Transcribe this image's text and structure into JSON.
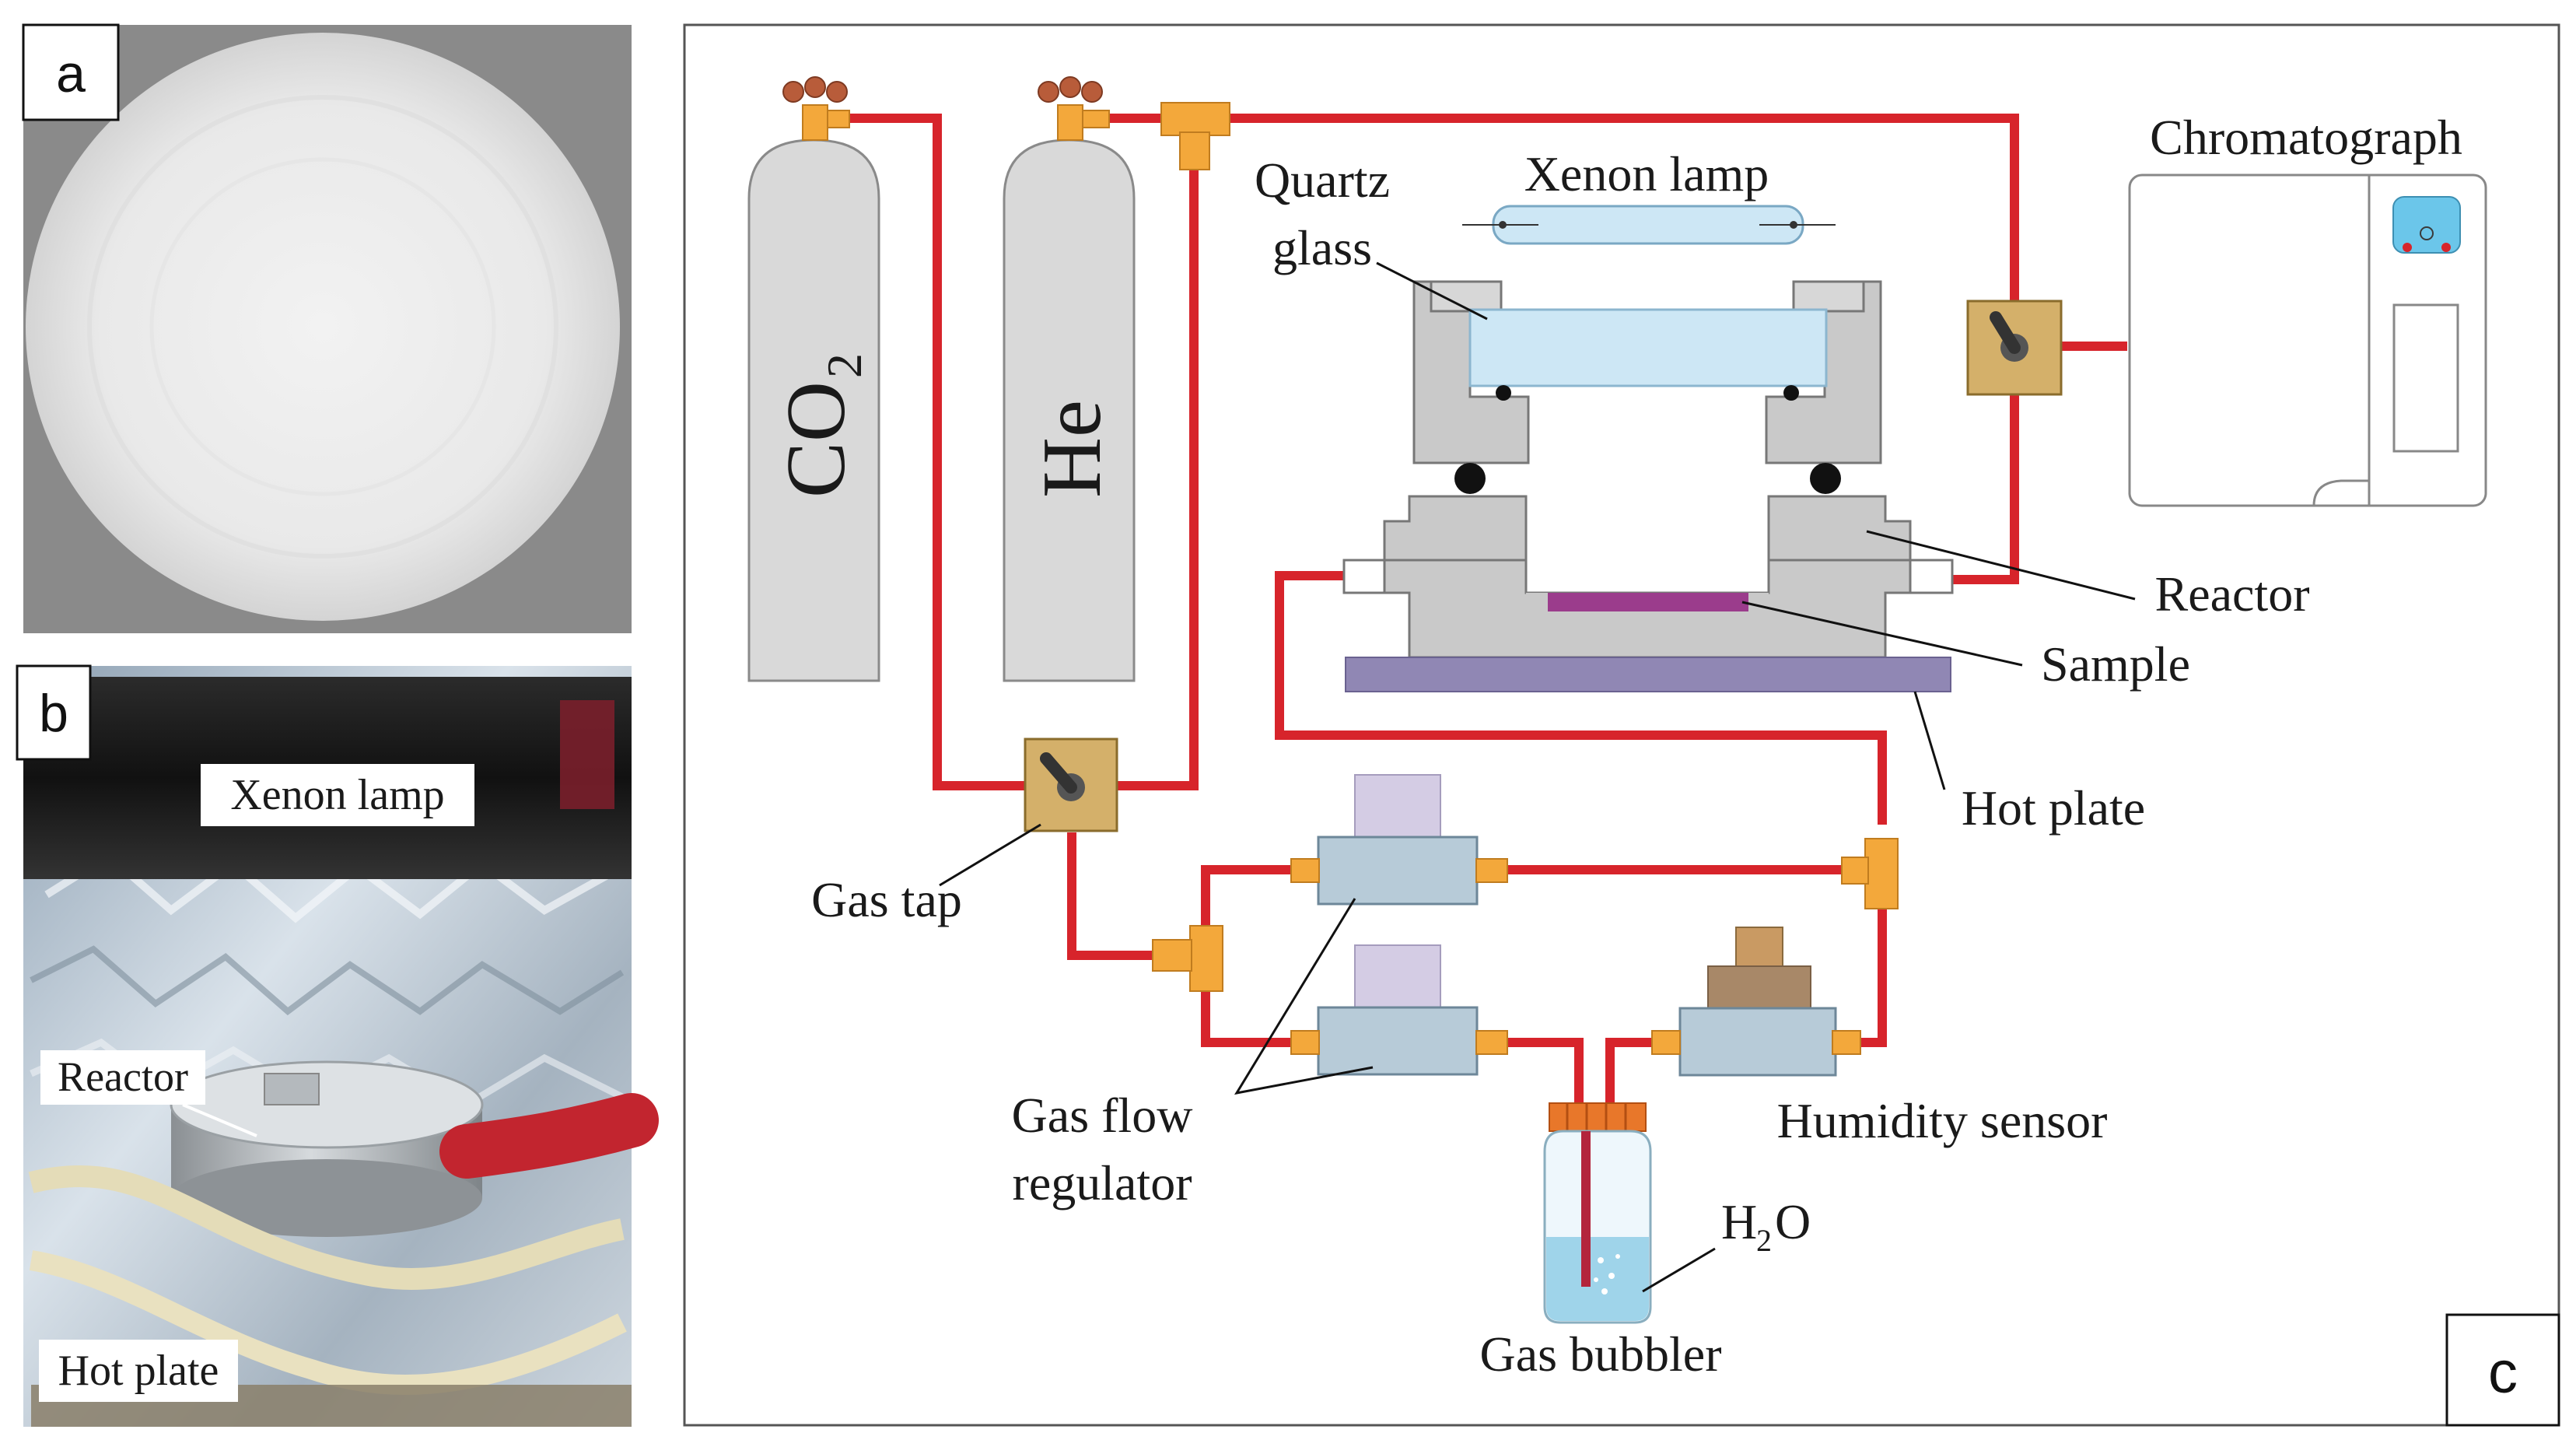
{
  "panels": {
    "a": {
      "letter": "a"
    },
    "b": {
      "letter": "b",
      "labels": {
        "xenon_lamp": "Xenon lamp",
        "reactor": "Reactor",
        "hot_plate": "Hot plate"
      }
    },
    "c": {
      "letter": "c",
      "labels": {
        "co2_main": "CO",
        "co2_sub": "2",
        "he": "He",
        "xenon_lamp": "Xenon lamp",
        "quartz_line1": "Quartz",
        "quartz_line2": "glass",
        "chromatograph": "Chromatograph",
        "reactor": "Reactor",
        "sample": "Sample",
        "hot_plate": "Hot plate",
        "gas_tap": "Gas tap",
        "gas_flow_line1": "Gas flow",
        "gas_flow_line2": "regulator",
        "humidity_sensor": "Humidity sensor",
        "h2o_h": "H",
        "h2o_sub": "2",
        "h2o_o": "O",
        "gas_bubbler": "Gas bubbler"
      }
    }
  },
  "colors": {
    "pipe": "#d7242b",
    "fitting": "#f3a83b",
    "tap_box": "#d4b06a",
    "cylinder": "#d9d9d9",
    "reactor_gray": "#c9c9c9",
    "quartz": "#cde7f5",
    "sample": "#9b3c8c",
    "hot_plate": "#9087b4",
    "regulator": "#b7cbd8",
    "regulator_top": "#d4cce4",
    "sensor_top": "#a88868",
    "water": "#9fd4ea",
    "bubbler_cap": "#e8772a"
  }
}
